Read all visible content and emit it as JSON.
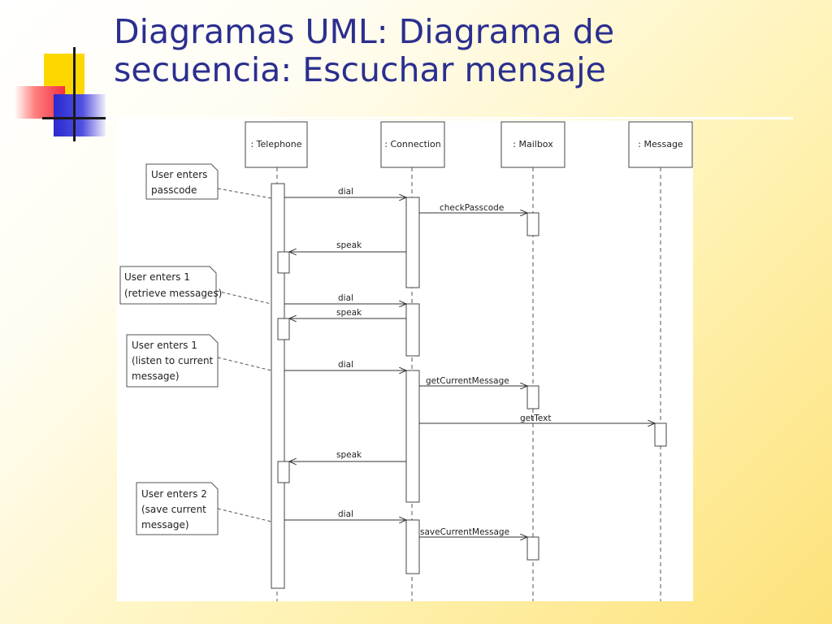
{
  "slide": {
    "title_line1": "Diagramas UML: Diagrama de",
    "title_line2": "secuencia: Escuchar mensaje"
  },
  "diagram": {
    "objects": [
      ": Telephone",
      ": Connection",
      ": Mailbox",
      ": Message"
    ],
    "notes": [
      [
        "User enters",
        "passcode"
      ],
      [
        "User enters 1",
        "(retrieve messages)"
      ],
      [
        "User enters 1",
        "(listen to current",
        "message)"
      ],
      [
        "User enters 2",
        "(save current",
        "message)"
      ]
    ],
    "messages": [
      "dial",
      "checkPasscode",
      "speak",
      "dial",
      "speak",
      "dial",
      "getCurrentMessage",
      "getText",
      "speak",
      "dial",
      "saveCurrentMessage"
    ]
  }
}
